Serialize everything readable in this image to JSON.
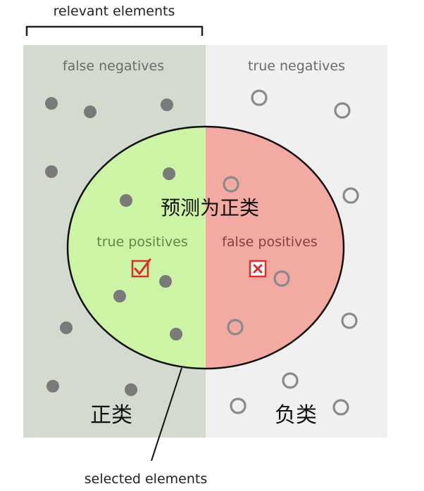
{
  "labels": {
    "relevant_elements": "relevant elements",
    "selected_elements": "selected elements",
    "false_negatives": "false negatives",
    "true_negatives": "true negatives",
    "true_positives": "true positives",
    "false_positives": "false positives",
    "predicted_positive": "预测为正类",
    "positive_class": "正类",
    "negative_class": "负类"
  },
  "colors": {
    "relevant_region": "#d3dbcf",
    "irrelevant_region": "#f0f0f0",
    "true_positive_fill": "#cdf3a4",
    "false_positive_fill": "#f3aaa3",
    "relevant_dot": "#7a7a7a",
    "irrelevant_ring": "#8a8a8a",
    "region_label": "#6b6b6b",
    "tp_label": "#5d8a3c",
    "fp_label": "#8a4040",
    "mark_red": "#d8302a"
  },
  "icons": {
    "true_positive_mark": "checkmark-box-icon",
    "false_positive_mark": "cross-box-icon"
  }
}
